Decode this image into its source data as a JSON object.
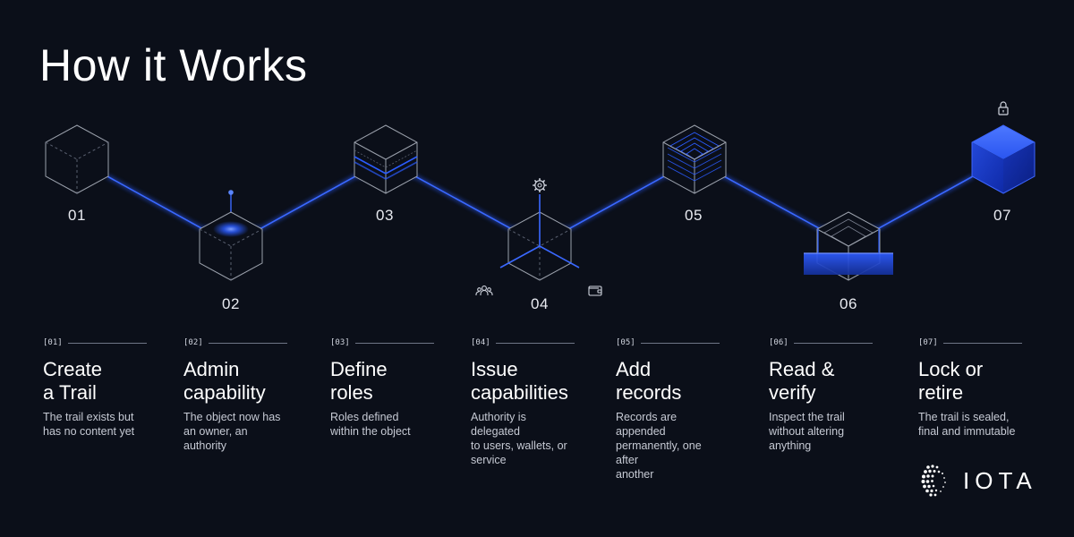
{
  "page": {
    "title": "How it Works"
  },
  "steps": [
    {
      "number": "01",
      "tag": "[01]",
      "title": "Create\na Trail",
      "description": "The trail exists but\nhas no content yet"
    },
    {
      "number": "02",
      "tag": "[02]",
      "title": "Admin\ncapability",
      "description": "The object now has\nan owner, an authority"
    },
    {
      "number": "03",
      "tag": "[03]",
      "title": "Define\nroles",
      "description": "Roles defined\nwithin the object"
    },
    {
      "number": "04",
      "tag": "[04]",
      "title": "Issue\ncapabilities",
      "description": "Authority is delegated\nto users, wallets, or\nservice"
    },
    {
      "number": "05",
      "tag": "[05]",
      "title": "Add\nrecords",
      "description": "Records are appended\npermanently, one after\nanother"
    },
    {
      "number": "06",
      "tag": "[06]",
      "title": "Read &\nverify",
      "description": "Inspect the trail\nwithout altering\nanything"
    },
    {
      "number": "07",
      "tag": "[07]",
      "title": "Lock or\nretire",
      "description": "The trail is sealed,\nfinal and immutable"
    }
  ],
  "icons": {
    "gear": "gear-icon",
    "users": "users-icon",
    "wallet": "wallet-icon",
    "lock": "lock-icon"
  },
  "logo": {
    "text": "IOTA"
  },
  "colors": {
    "background": "#0b0f19",
    "accent": "#2b5cff",
    "accent_glow": "#3c6bff",
    "cube_stroke": "#9aa0ab"
  }
}
